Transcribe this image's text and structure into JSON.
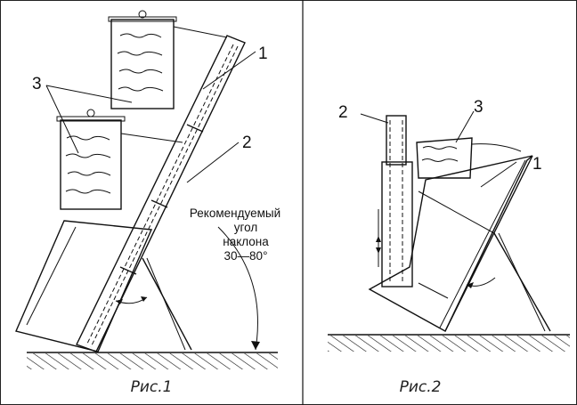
{
  "figures": [
    {
      "caption": "Рис.1",
      "labels": {
        "part1": "1",
        "part2": "2",
        "part3": "3"
      },
      "annotation": [
        "Рекомендуемый",
        "угол",
        "наклона",
        "30—80°"
      ]
    },
    {
      "caption": "Рис.2",
      "labels": {
        "part1": "1",
        "part2": "2",
        "part3": "3"
      }
    }
  ]
}
